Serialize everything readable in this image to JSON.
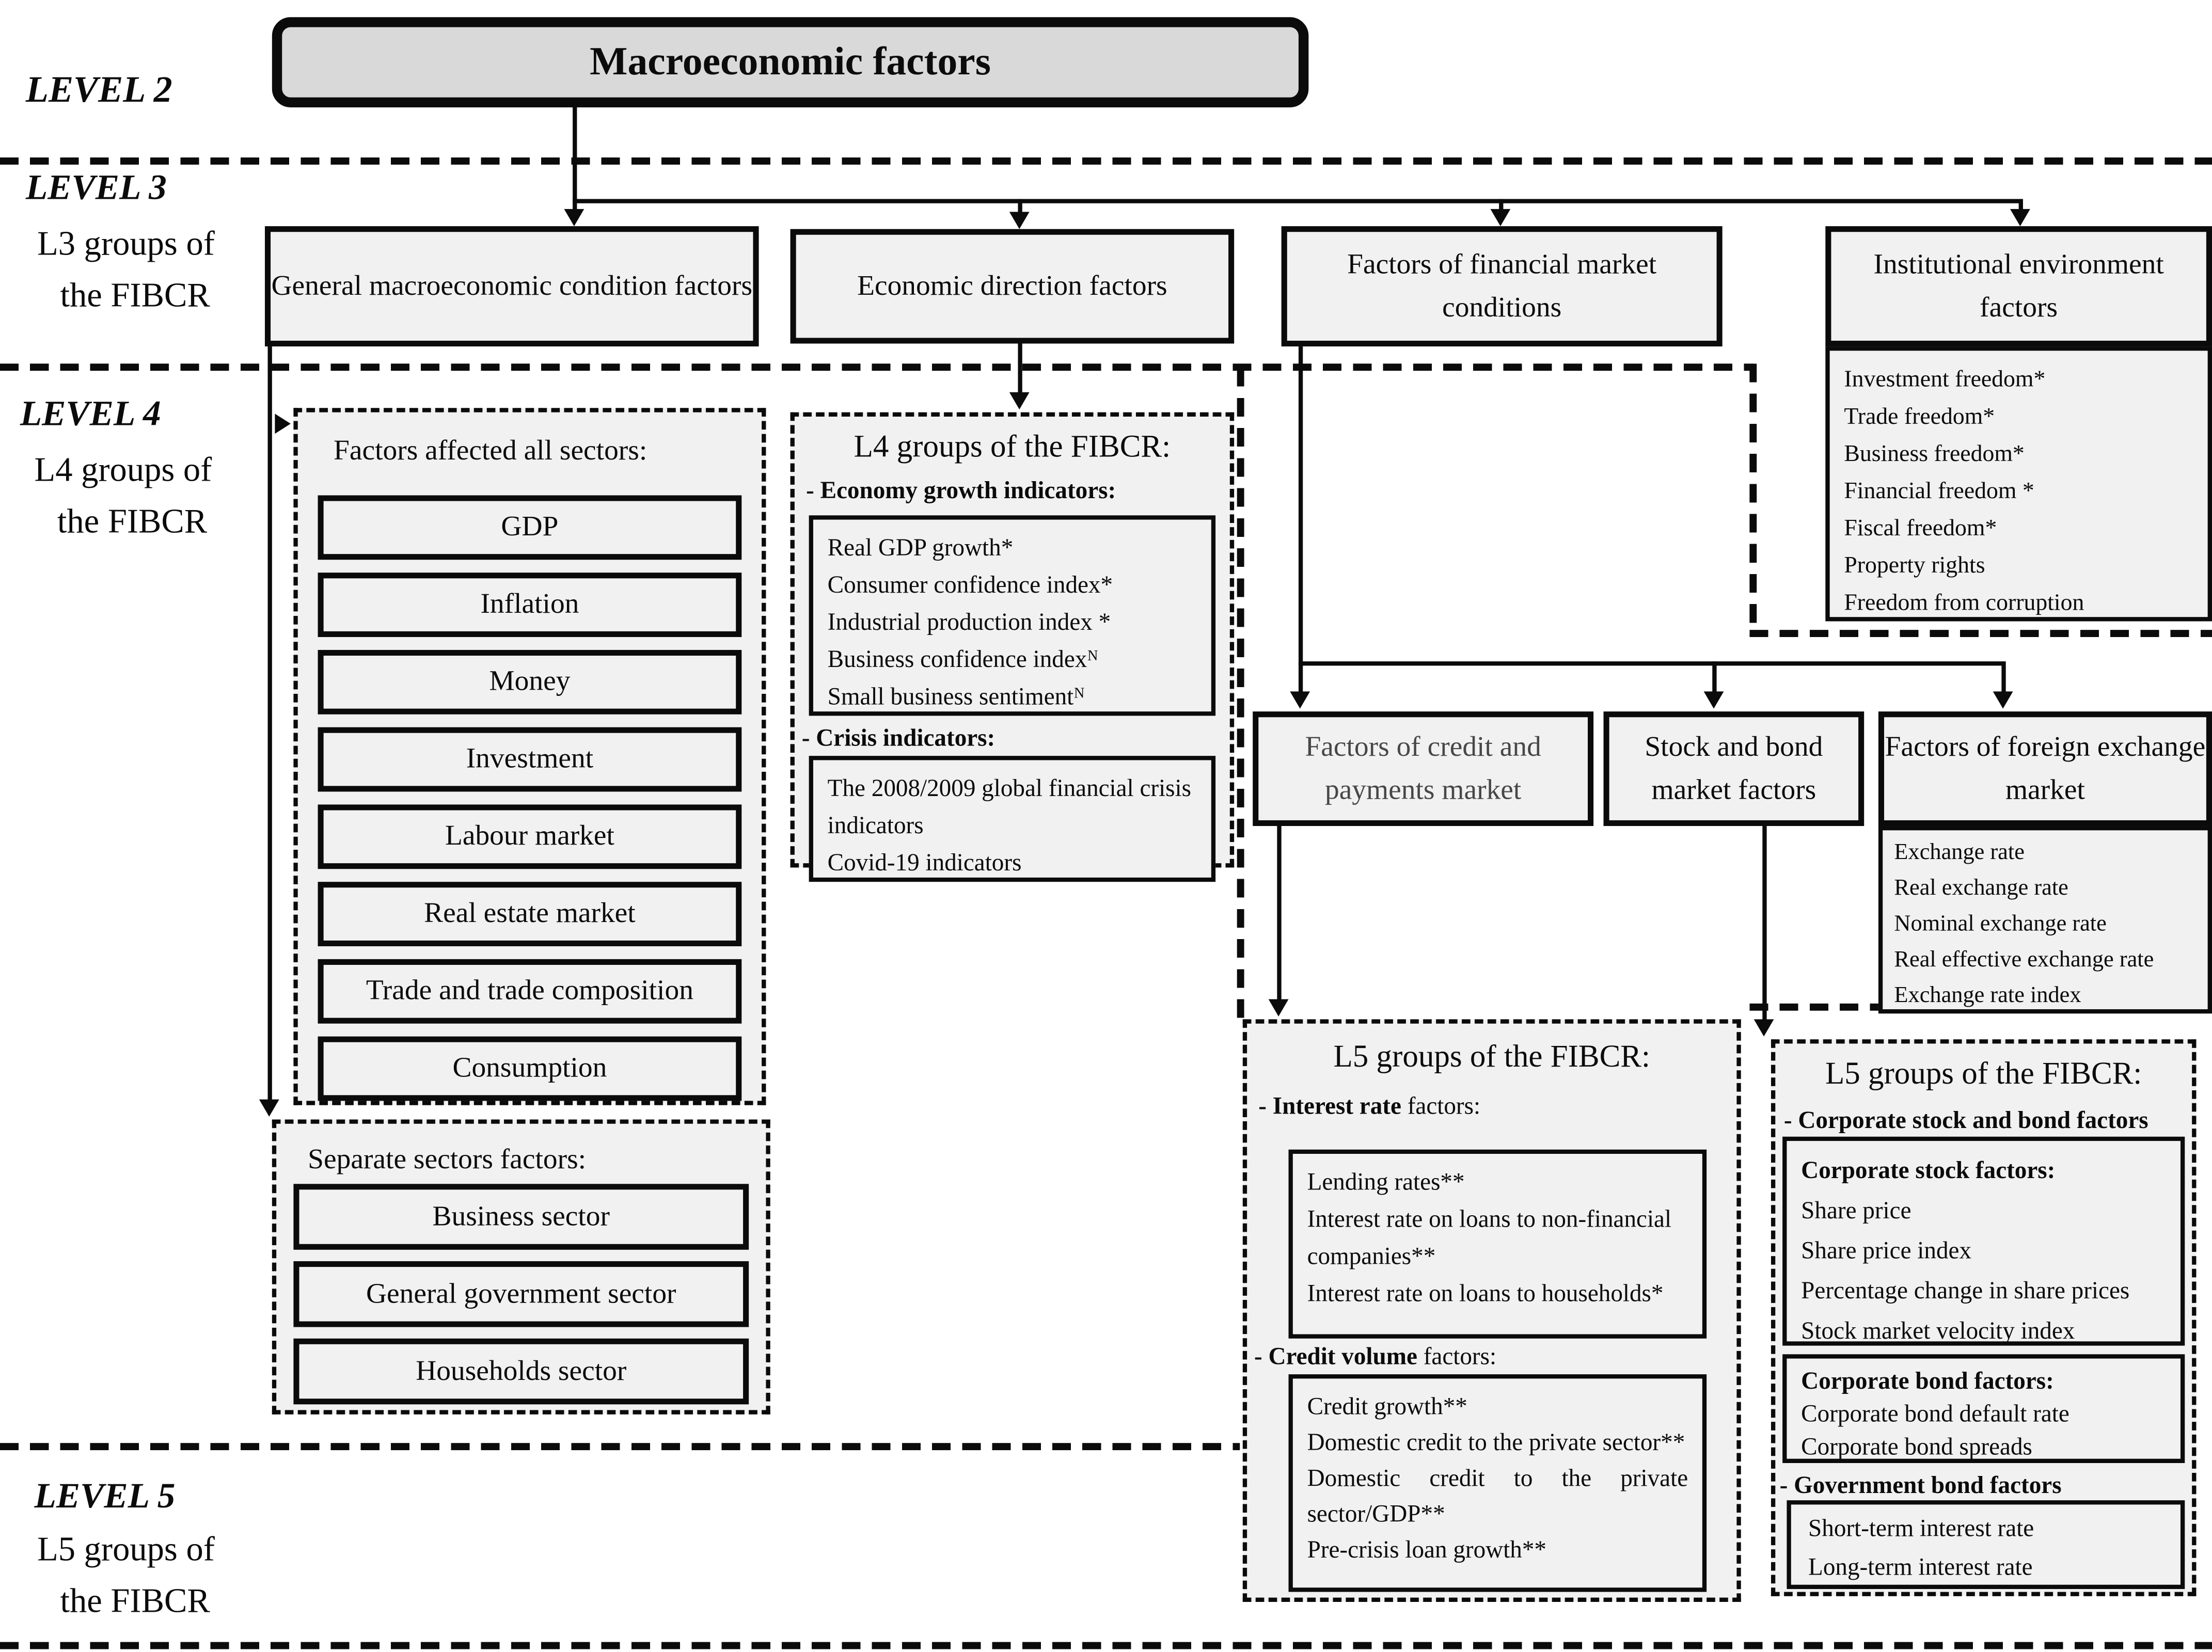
{
  "root": {
    "title": "Macroeconomic factors"
  },
  "side_labels": {
    "level2": "LEVEL 2",
    "level3": "LEVEL 3",
    "level3_sub1": "L3 groups of",
    "level3_sub2": "the FIBCR",
    "level4": "LEVEL 4",
    "level4_sub1": "L4 groups of",
    "level4_sub2": "the FIBCR",
    "level5": "LEVEL 5",
    "level5_sub1": "L5 groups of",
    "level5_sub2": "the FIBCR"
  },
  "l3_boxes": {
    "general": "General macroeconomic condition factors",
    "direction": "Economic direction factors",
    "financial": "Factors of financial market conditions",
    "institutional": "Institutional environment factors"
  },
  "institutional_list": {
    "items": [
      "Investment freedom*",
      "Trade freedom*",
      "Business freedom*",
      "Financial freedom *",
      "Fiscal freedom*",
      "Property rights",
      "Freedom from corruption"
    ]
  },
  "all_sectors": {
    "title": "Factors affected all sectors:",
    "items": [
      "GDP",
      "Inflation",
      "Money",
      "Investment",
      "Labour market",
      "Real estate market",
      "Trade and trade composition",
      "Consumption"
    ]
  },
  "separate_sectors": {
    "title": "Separate sectors factors:",
    "items": [
      "Business sector",
      "General government sector",
      "Households sector"
    ]
  },
  "l4_direction": {
    "title": "L4 groups of the FIBCR:",
    "growth_heading": "- Economy growth indicators:",
    "growth_items": [
      "Real GDP growth*",
      "Consumer confidence index*",
      "Industrial production index *",
      "Business confidence indexᴺ",
      "Small business sentimentᴺ"
    ],
    "crisis_heading": "- Crisis indicators:",
    "crisis_items": [
      "The 2008/2009 global financial crisis indicators",
      "Covid-19 indicators"
    ]
  },
  "l4_financial": {
    "credit": "Factors of credit and payments market",
    "stock_bond": "Stock and bond market factors",
    "fx": "Factors of foreign exchange market",
    "fx_items": [
      "Exchange rate",
      "Real exchange rate",
      "Nominal exchange rate",
      "Real effective exchange rate",
      "Exchange rate index"
    ]
  },
  "l5_credit": {
    "title": "L5 groups of the FIBCR:",
    "interest_bold": "- Interest rate",
    "interest_rest": " factors:",
    "interest_items": [
      "Lending rates**",
      "Interest rate on loans to non-financial companies**",
      "Interest rate on loans to households*"
    ],
    "volume_bold": "- Credit volume",
    "volume_rest": " factors:",
    "volume_items": [
      "Credit growth**",
      "Domestic credit to the private sector**",
      "Domestic credit to the private sector/GDP**",
      "Pre-crisis loan growth**"
    ]
  },
  "l5_stock": {
    "title": "L5 groups of the FIBCR:",
    "heading": "- Corporate stock and bond factors",
    "stock_heading": "Corporate stock factors:",
    "stock_items": [
      "Share price",
      "Share price index",
      "Percentage change in share prices",
      "Stock market velocity index"
    ],
    "bond_heading": "Corporate bond factors:",
    "bond_items": [
      "Corporate bond default rate",
      "Corporate bond spreads"
    ],
    "gov_heading": "- Government bond factors",
    "gov_items": [
      "Short-term interest rate",
      "Long-term interest rate"
    ]
  },
  "colors": {
    "box_fill": "#f1f1f1",
    "root_fill": "#d9d9d9",
    "line": "#0b0b0b",
    "credit_text": "#474747"
  }
}
